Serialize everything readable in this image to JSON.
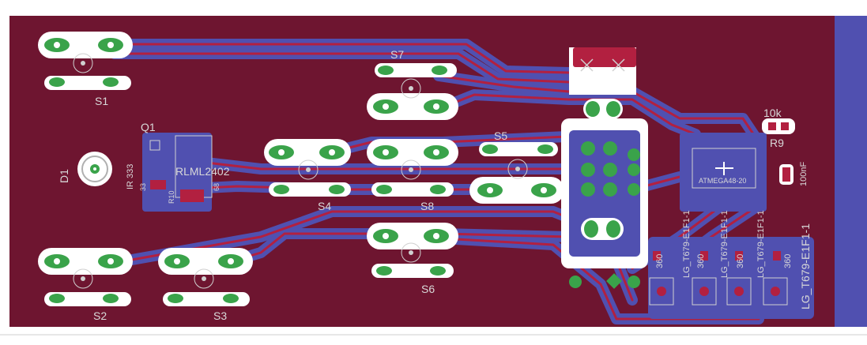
{
  "labels": {
    "S1": "S1",
    "S2": "S2",
    "S3": "S3",
    "S4": "S4",
    "S5": "S5",
    "S6": "S6",
    "S7": "S7",
    "S8": "S8",
    "Q1": "Q1",
    "D1": "D1",
    "R9": "R9",
    "r10k": "10k",
    "r100nf": "100nF",
    "ic_part": "ATMEGA48-20",
    "ir": "IR 333",
    "rlml": "RLML2402",
    "r33": "33",
    "r68": "68",
    "r10": "R10",
    "led1": "LG_T679-E1F1-1",
    "led2": "LG_T679-E1F1-1",
    "led3": "LG_T679-E1F1-1",
    "led4": "LG_T679-E1F1-1",
    "r360a": "360",
    "r360b": "360",
    "r360c": "360",
    "r360d": "360"
  },
  "colors": {
    "board": "#6e1530",
    "bottom_copper": "#5050b0",
    "top_copper": "#b22040",
    "pad": "#3aa34a",
    "clearance": "#ffffff",
    "silkscreen": "#d0d0d0",
    "drill": "#ffffff"
  }
}
